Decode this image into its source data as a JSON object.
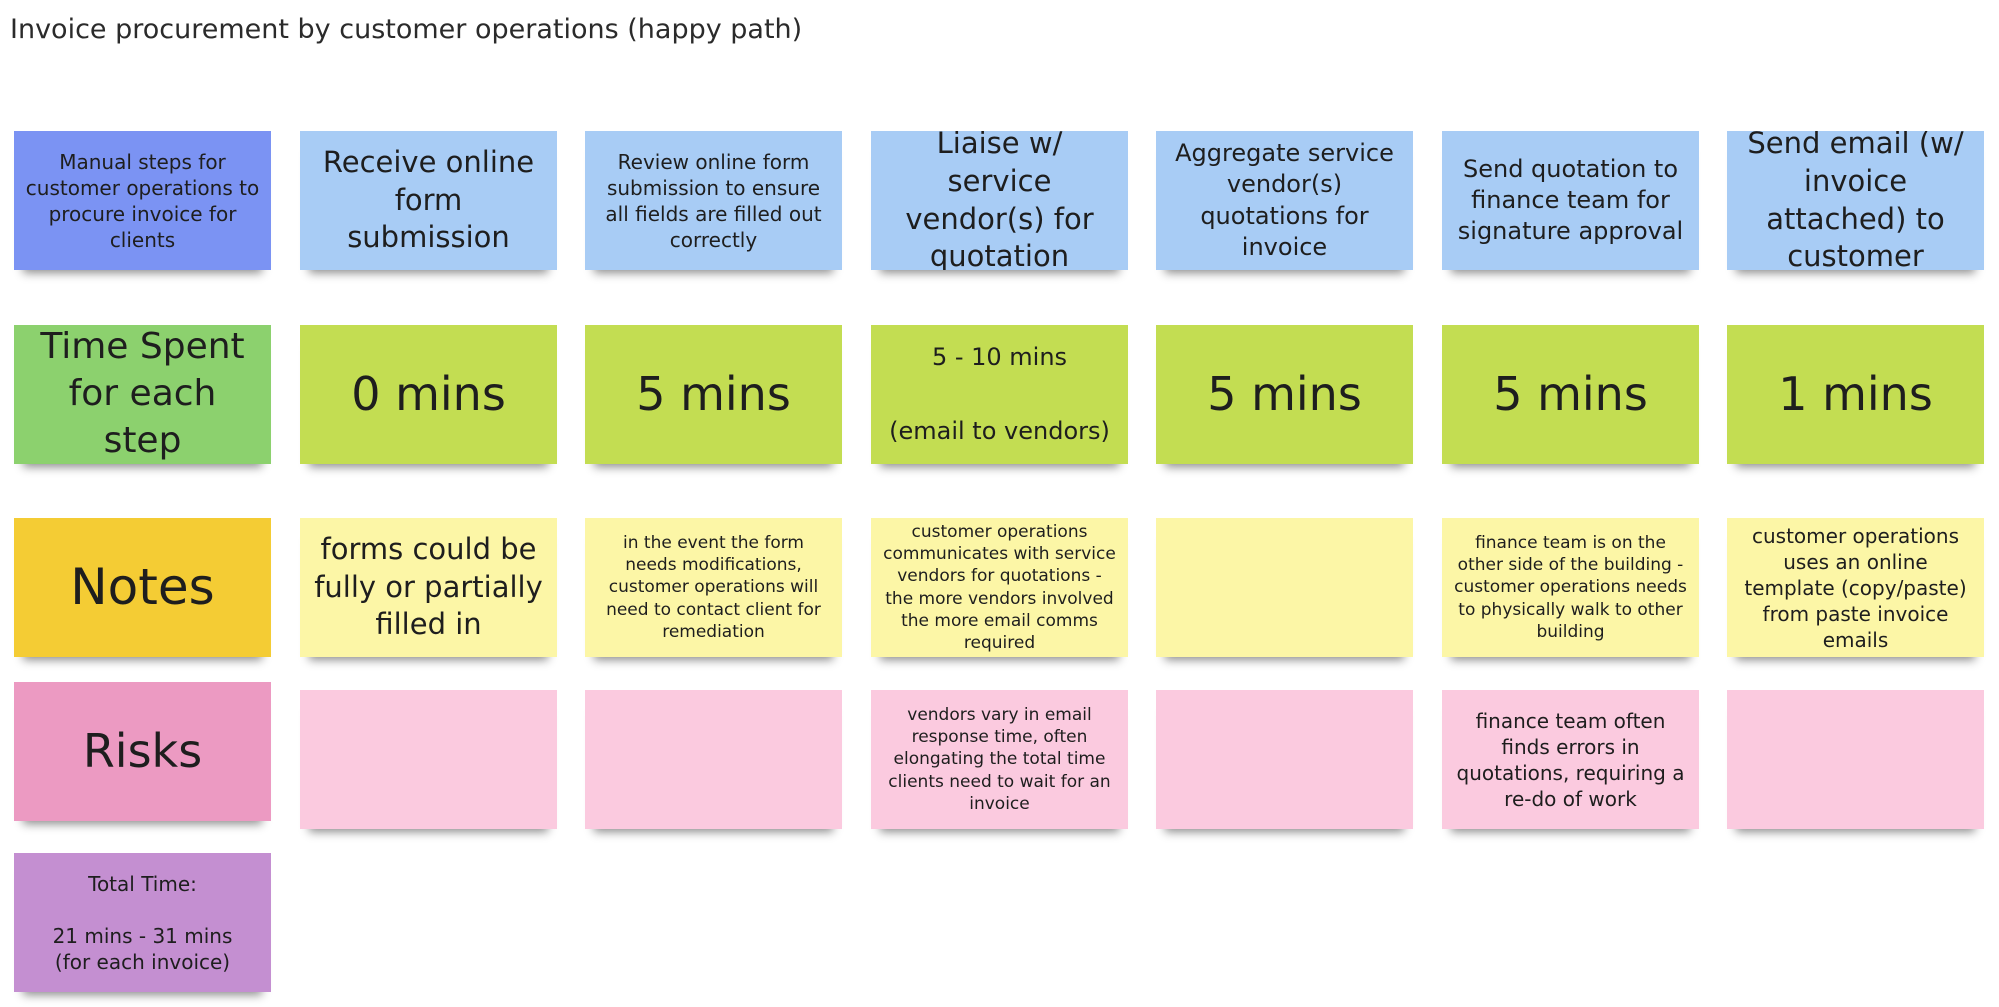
{
  "title": "Invoice procurement by customer operations (happy path)",
  "rows": {
    "steps": {
      "header": "Manual steps for customer operations to procure invoice for clients",
      "cells": [
        "Receive online form submission",
        "Review online form submission to ensure all fields are filled out correctly",
        "Liaise w/  service vendor(s) for quotation",
        "Aggregate service vendor(s) quotations for invoice",
        "Send quotation to finance team for signature approval",
        "Send email (w/ invoice attached) to customer"
      ]
    },
    "time": {
      "header": "Time Spent for each step",
      "cells": [
        "0 mins",
        "5 mins",
        "5 - 10 mins\n\n(email to vendors)",
        "5 mins",
        "5 mins",
        "1 mins"
      ]
    },
    "notes": {
      "header": "Notes",
      "cells": [
        "forms could be fully or partially filled in",
        "in the event the form needs modifications, customer operations will need to contact client for remediation",
        "customer operations communicates with service vendors for quotations - the more vendors involved the more email comms required",
        "",
        "finance team is on the other side of the building - customer operations needs to physically walk to other building",
        "customer operations uses an online template (copy/paste) from paste invoice emails"
      ]
    },
    "risks": {
      "header": "Risks",
      "cells": [
        "",
        "",
        "vendors vary in email response time, often elongating the total time clients need to wait for an invoice",
        "",
        "finance team often finds errors in quotations, requiring a re-do of work",
        ""
      ]
    }
  },
  "total": "Total Time:\n\n21 mins - 31 mins\n(for each invoice)",
  "colors": {
    "header_blue": "#7b93f3",
    "step_blue": "#a8ccf5",
    "time_header_green": "#8cd16e",
    "time_green": "#c3dd52",
    "notes_header_orange": "#f4cc34",
    "notes_yellow": "#fcf6a6",
    "risks_header_pink": "#ec9ac2",
    "risks_pink": "#fbcadf",
    "total_purple": "#c48fd1"
  }
}
